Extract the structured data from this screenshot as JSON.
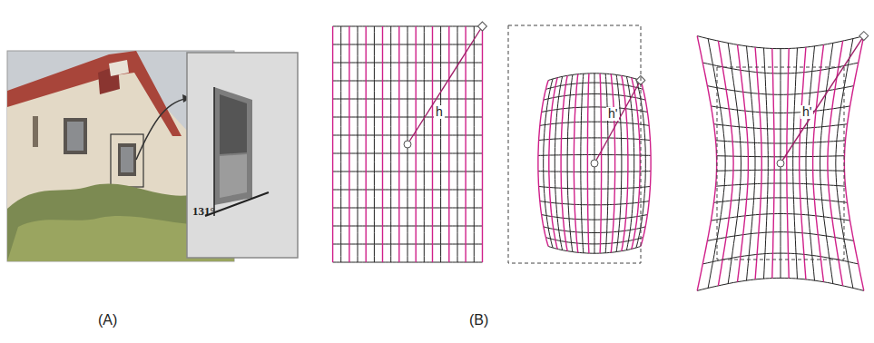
{
  "diagram": {
    "labels": [
      "131°",
      "h",
      "h'",
      "h'",
      "(A)",
      "(B)"
    ]
  }
}
